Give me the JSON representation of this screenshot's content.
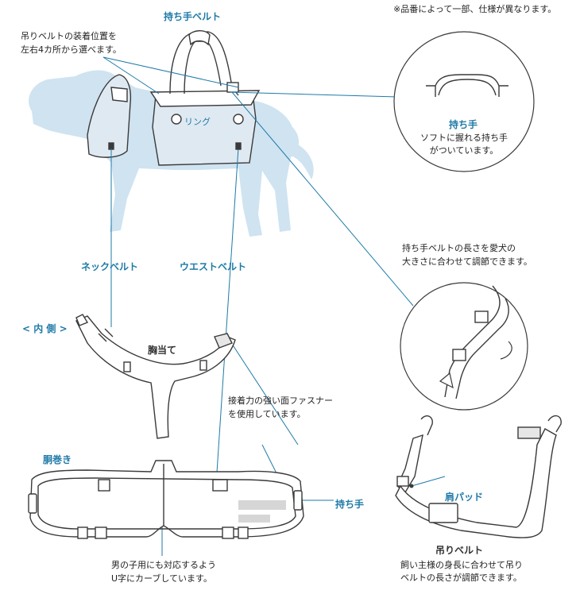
{
  "note": "※品番によって一部、仕様が異なります。",
  "labels": {
    "handle_belt": "持ち手ベルト",
    "ring_position_line1": "吊りベルトの装着位置を",
    "ring_position_line2": "左右4カ所から選べます。",
    "ring": "リング",
    "neck_belt": "ネックベルト",
    "waist_belt": "ウエストベルト",
    "inner_side": "< 内 側 >",
    "chest_guard": "胸当て",
    "fastener_line1": "接着力の強い面ファスナー",
    "fastener_line2": "を使用しています。",
    "body_wrap": "胴巻き",
    "handle": "持ち手",
    "ucurve_line1": "男の子用にも対応するよう",
    "ucurve_line2": "U字にカーブしています。",
    "handle_detail_title": "持ち手",
    "handle_detail_line1": "ソフトに握れる持ち手",
    "handle_detail_line2": "がついています。",
    "belt_adjust_line1": "持ち手ベルトの長さを愛犬の",
    "belt_adjust_line2": "大きさに合わせて調節できます。",
    "shoulder_pad": "肩パッド",
    "hanging_belt": "吊りベルト",
    "hanging_line1": "飼い主様の身長に合わせて吊り",
    "hanging_line2": "ベルトの長さが調節できます。"
  },
  "colors": {
    "accent": "#1e7aa8",
    "dog_fill": "#cfe3f1",
    "line": "#3a3a3a"
  }
}
